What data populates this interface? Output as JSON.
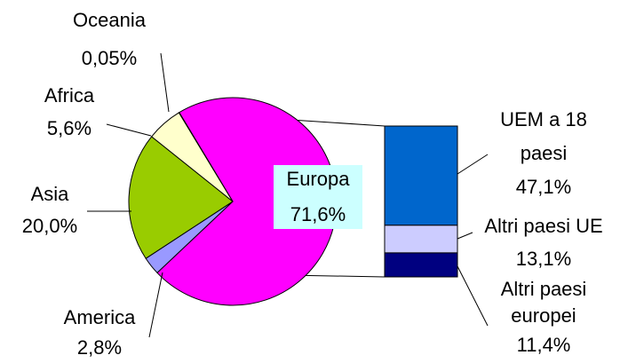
{
  "chart_data": {
    "type": "pie",
    "subtype": "pie-of-bar",
    "slices": [
      {
        "name": "Europa",
        "value": 71.6,
        "label_name": "Europa",
        "label_value": "71,6%",
        "color": "#FF00FF"
      },
      {
        "name": "America",
        "value": 2.8,
        "label_name": "America",
        "label_value": "2,8%",
        "color": "#9999FF"
      },
      {
        "name": "Asia",
        "value": 20.0,
        "label_name": "Asia",
        "label_value": "20,0%",
        "color": "#99CC00"
      },
      {
        "name": "Africa",
        "value": 5.6,
        "label_name": "Africa",
        "label_value": "5,6%",
        "color": "#FFFFCC"
      },
      {
        "name": "Oceania",
        "value": 0.05,
        "label_name": "Oceania",
        "label_value": "0,05%",
        "color": "#FF00FF"
      }
    ],
    "breakdown": {
      "of": "Europa",
      "segments": [
        {
          "name": "UEM a 18 paesi",
          "value": 47.1,
          "label_lines": [
            "UEM a 18",
            "paesi",
            "47,1%"
          ],
          "color": "#0066CC"
        },
        {
          "name": "Altri paesi UE",
          "value": 13.1,
          "label_lines": [
            "Altri paesi UE",
            "13,1%"
          ],
          "color": "#CCCCFF"
        },
        {
          "name": "Altri paesi europei",
          "value": 11.4,
          "label_lines": [
            "Altri paesi",
            "europei",
            "11,4%"
          ],
          "color": "#000080"
        }
      ]
    },
    "europa_label_bg": "#CCFFFF"
  }
}
